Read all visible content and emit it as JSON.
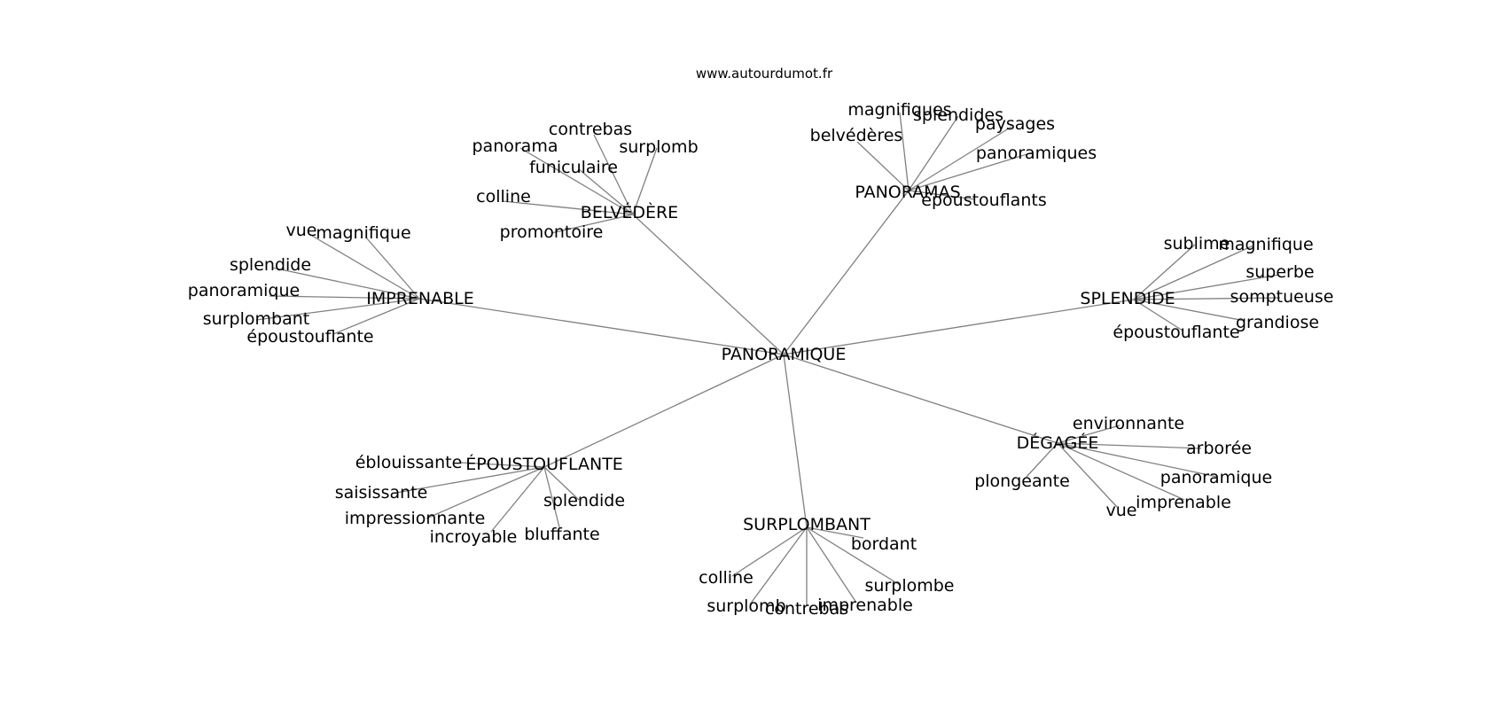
{
  "source": "www.autourdumot.fr",
  "graph": {
    "center": "PANORAMIQUE",
    "clusters": [
      {
        "hub": "BELVÉDÈRE",
        "leaves": [
          "contrebas",
          "panorama",
          "surplomb",
          "funiculaire",
          "colline",
          "promontoire"
        ]
      },
      {
        "hub": "PANORAMAS",
        "leaves": [
          "magnifiques",
          "splendides",
          "paysages",
          "belvédères",
          "panoramiques",
          "époustouflants"
        ]
      },
      {
        "hub": "SPLENDIDE",
        "leaves": [
          "sublime",
          "magnifique",
          "superbe",
          "somptueuse",
          "grandiose",
          "époustouflante"
        ]
      },
      {
        "hub": "DÉGAGÉE",
        "leaves": [
          "environnante",
          "arborée",
          "plongeante",
          "panoramique",
          "imprenable",
          "vue"
        ]
      },
      {
        "hub": "SURPLOMBANT",
        "leaves": [
          "bordant",
          "colline",
          "surplombe",
          "surplomb",
          "contrebas",
          "imprenable"
        ]
      },
      {
        "hub": "ÉPOUSTOUFLANTE",
        "leaves": [
          "éblouissante",
          "saisissante",
          "splendide",
          "impressionnante",
          "bluffante",
          "incroyable"
        ]
      },
      {
        "hub": "IMPRENABLE",
        "leaves": [
          "vue",
          "magnifique",
          "splendide",
          "panoramique",
          "surplombant",
          "époustouflante"
        ]
      }
    ]
  }
}
